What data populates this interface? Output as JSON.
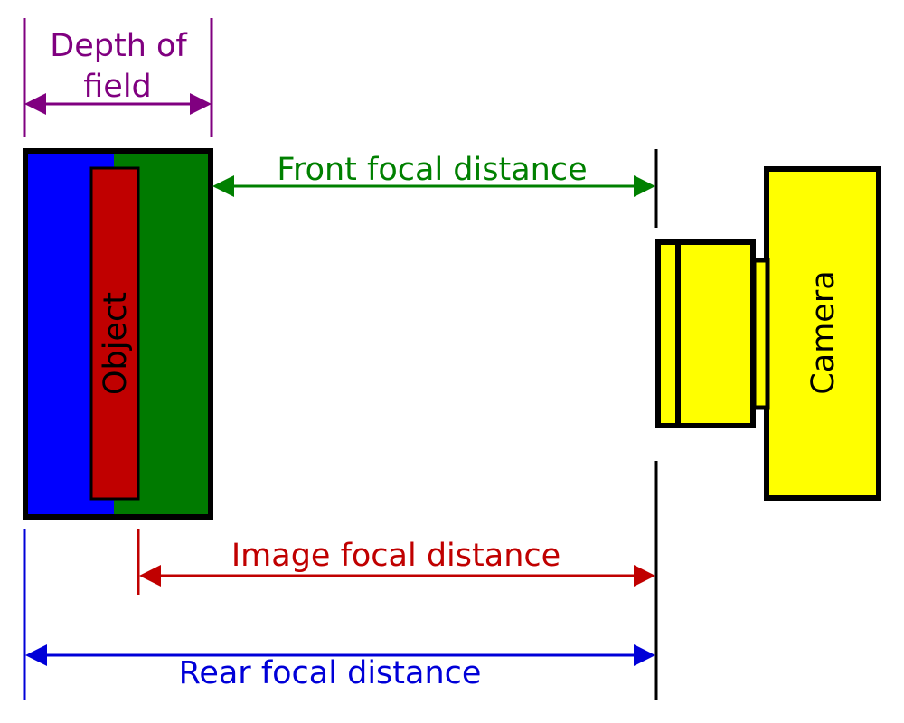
{
  "labels": {
    "depth_of_field_line1": "Depth of",
    "depth_of_field_line2": "field",
    "front_focal_distance": "Front focal distance",
    "image_focal_distance": "Image focal distance",
    "rear_focal_distance": "Rear focal distance",
    "object": "Object",
    "camera": "Camera"
  },
  "colors": {
    "depth_of_field": "#800080",
    "front": "#008000",
    "image": "#c00000",
    "rear": "#0000d8",
    "camera": "#ffff00",
    "outline": "#000000"
  }
}
